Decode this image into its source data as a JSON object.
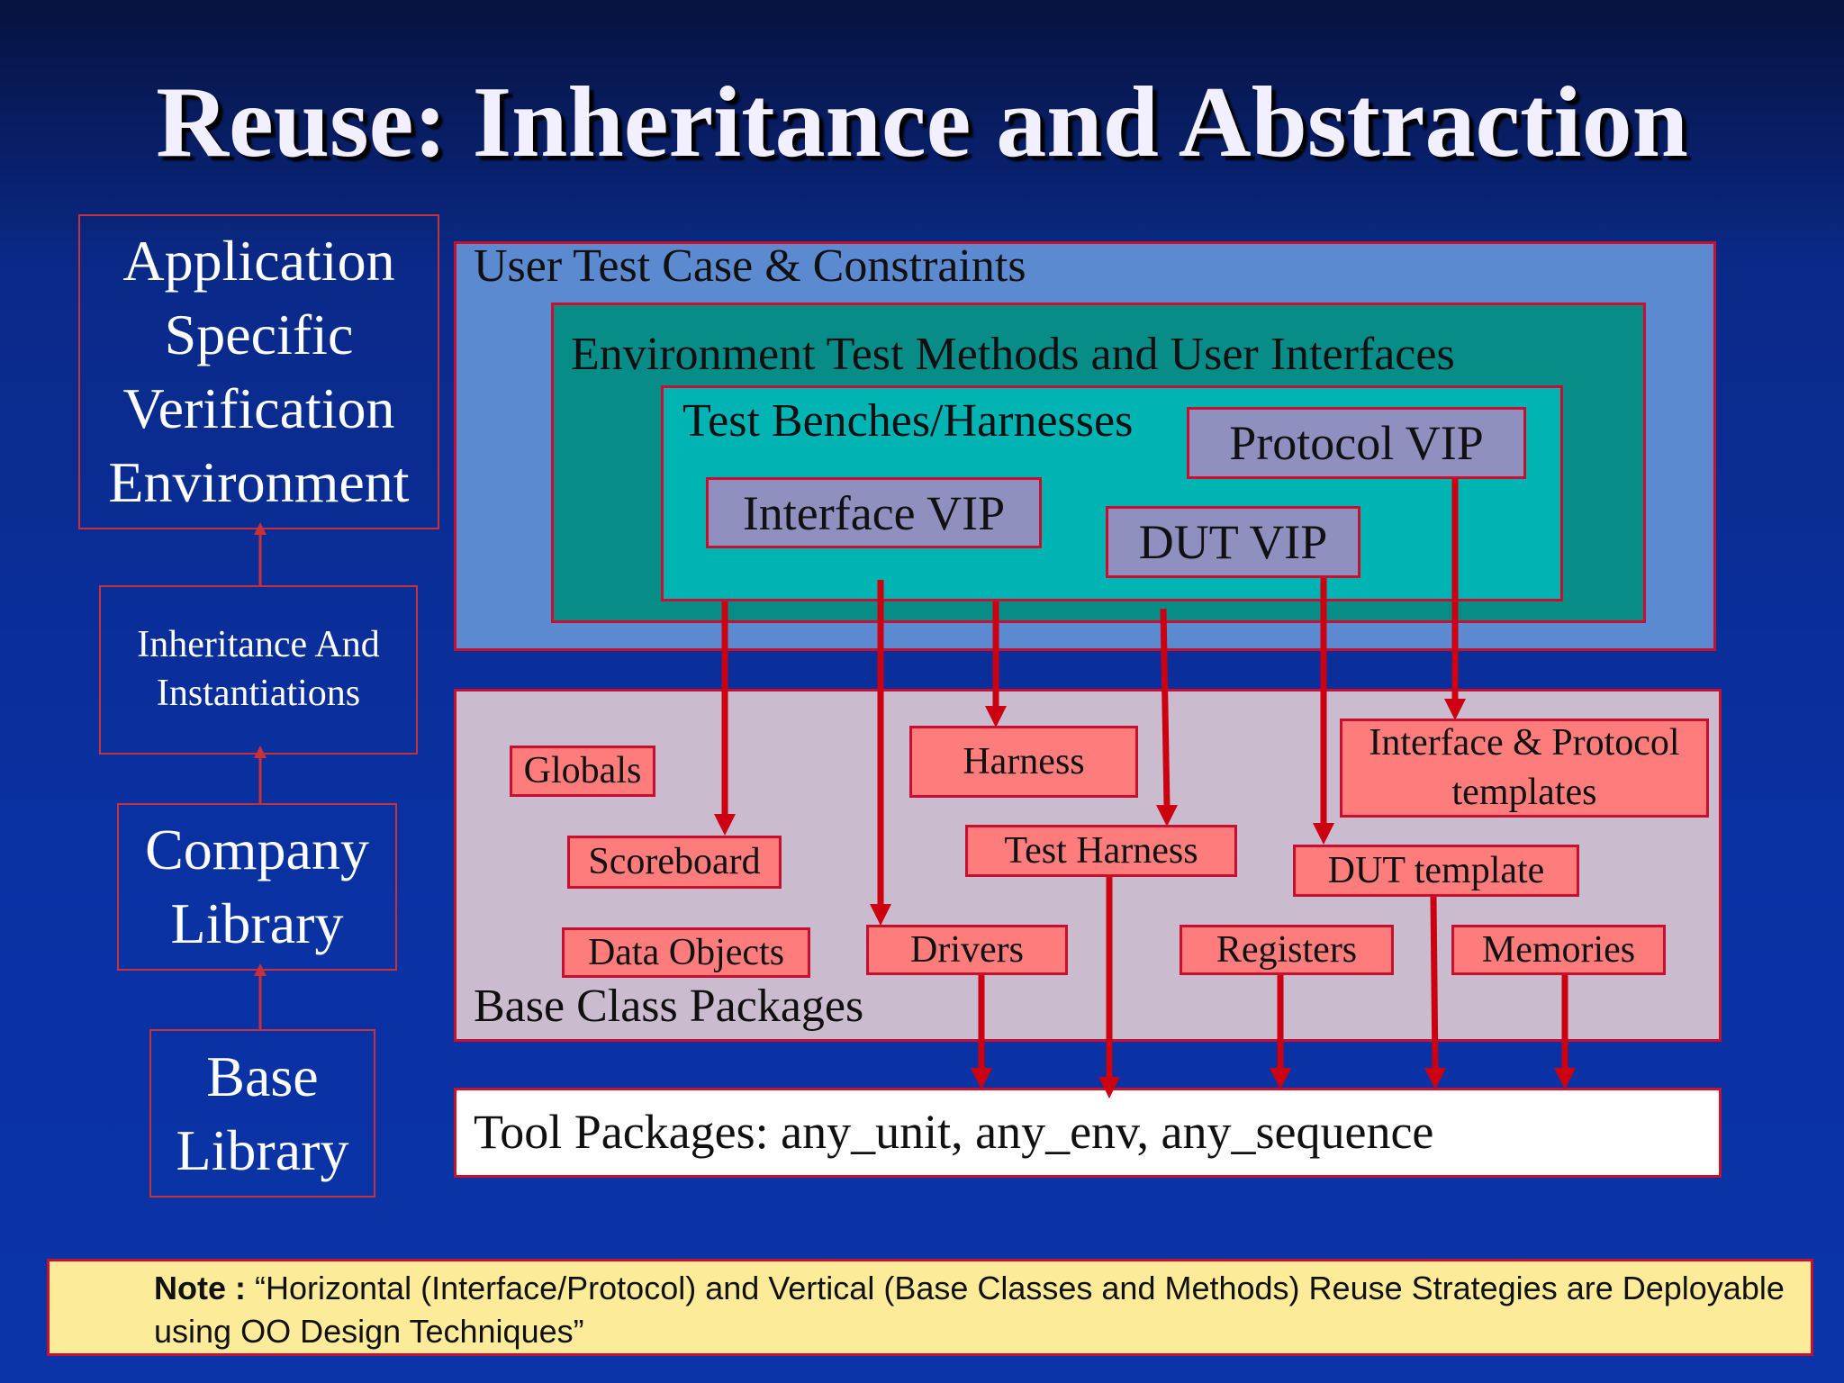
{
  "title": "Reuse: Inheritance and Abstraction",
  "left_stack": {
    "application": "Application Specific Verification Environment",
    "inheritance": "Inheritance And Instantiations",
    "company": "Company Library",
    "base": "Base Library"
  },
  "layers": {
    "user_test": "User Test Case & Constraints",
    "env_methods": "Environment Test Methods and User Interfaces",
    "test_benches": "Test Benches/Harnesses",
    "base_class": "Base Class Packages",
    "tool_packages": "Tool Packages: any_unit, any_env, any_sequence"
  },
  "vips": {
    "protocol": "Protocol VIP",
    "interface": "Interface VIP",
    "dut": "DUT VIP"
  },
  "components": {
    "globals": "Globals",
    "scoreboard": "Scoreboard",
    "data_objects": "Data Objects",
    "harness": "Harness",
    "test_harness": "Test Harness",
    "drivers": "Drivers",
    "interface_protocol": "Interface & Protocol templates",
    "dut_template": "DUT template",
    "registers": "Registers",
    "memories": "Memories"
  },
  "note": {
    "label": "Note :",
    "text": "“Horizontal (Interface/Protocol) and Vertical (Base Classes and Methods) Reuse Strategies are Deployable using OO Design Techniques”"
  },
  "colors": {
    "arrow": "#cc0010",
    "component_fill": "#ff7c7c",
    "vip_fill": "#8f8fc0",
    "user_layer": "#5c8ad0",
    "env_layer": "#088c88",
    "bench_layer": "#00b4b4",
    "base_layer": "#cbbbcf",
    "note_fill": "#fcec9a"
  }
}
